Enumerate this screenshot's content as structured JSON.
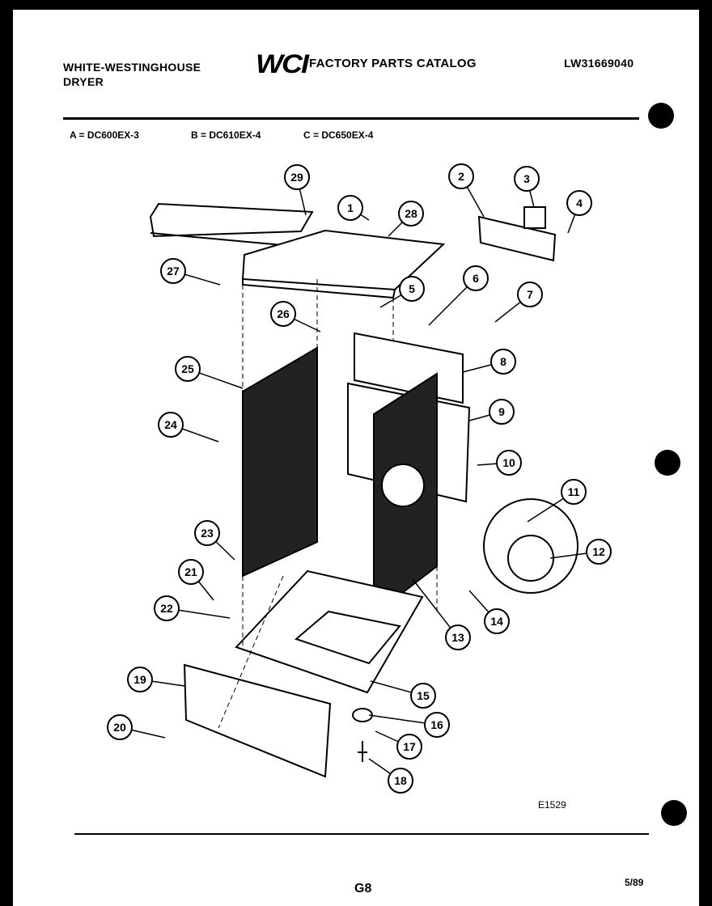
{
  "header": {
    "brand_line1": "WHITE-WESTINGHOUSE",
    "brand_line2": "DRYER",
    "logo": "WCI",
    "catalog_title": "FACTORY PARTS CATALOG",
    "doc_number": "LW31669040"
  },
  "models": [
    "A = DC600EX-3",
    "B = DC610EX-4",
    "C = DC650EX-4"
  ],
  "callouts": [
    "29",
    "1",
    "28",
    "2",
    "3",
    "4",
    "27",
    "5",
    "6",
    "7",
    "26",
    "25",
    "8",
    "9",
    "24",
    "10",
    "11",
    "23",
    "12",
    "21",
    "22",
    "14",
    "13",
    "19",
    "15",
    "16",
    "20",
    "17",
    "18"
  ],
  "figure_id": "E1529",
  "page_number": "G8",
  "date": "5/89"
}
